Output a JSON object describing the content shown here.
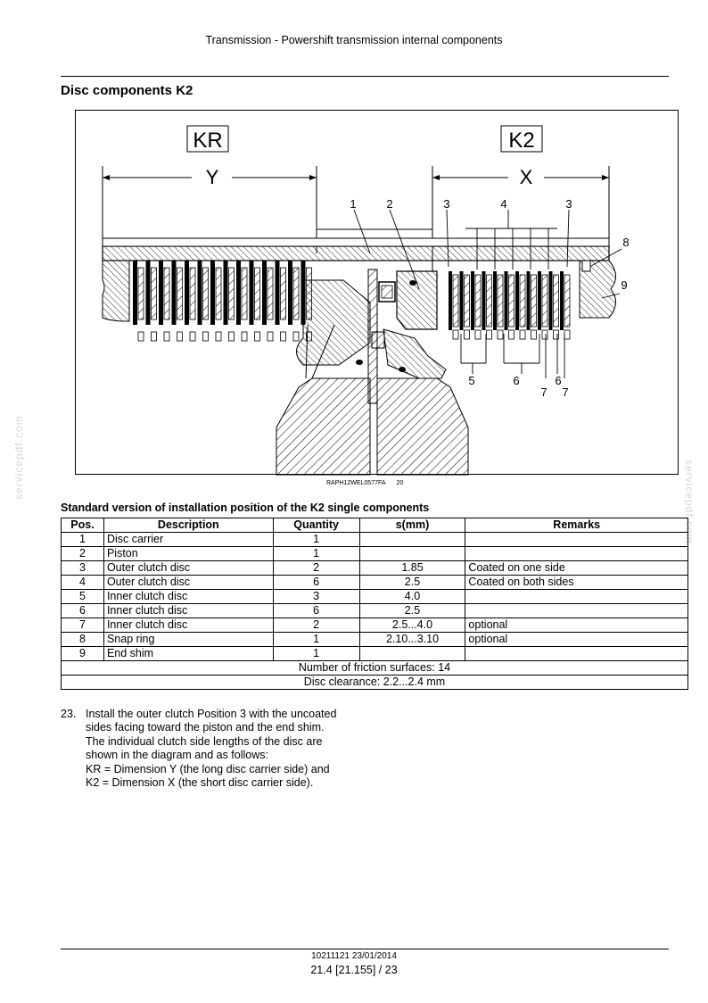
{
  "header": {
    "title": "Transmission - Powershift transmission internal components"
  },
  "section": {
    "title": "Disc components K2"
  },
  "figure": {
    "label_kr": "KR",
    "label_k2": "K2",
    "dim_y": "Y",
    "dim_x": "X",
    "callouts": {
      "c1": "1",
      "c2": "2",
      "c3a": "3",
      "c4": "4",
      "c3b": "3",
      "c8": "8",
      "c9": "9",
      "c5": "5",
      "c6": "6",
      "c7a": "7",
      "c6b": "6",
      "c7b": "7"
    },
    "caption_code": "RAPH12WEL0577FA",
    "caption_number": "20"
  },
  "watermark": {
    "text": "servicepdf.com"
  },
  "table": {
    "title": "Standard version of installation position of the K2 single components",
    "headers": {
      "pos": "Pos.",
      "desc": "Description",
      "qty": "Quantity",
      "s": "s(mm)",
      "remarks": "Remarks"
    },
    "rows": [
      {
        "pos": "1",
        "desc": "Disc carrier",
        "qty": "1",
        "s": "",
        "remarks": ""
      },
      {
        "pos": "2",
        "desc": "Piston",
        "qty": "1",
        "s": "",
        "remarks": ""
      },
      {
        "pos": "3",
        "desc": "Outer clutch disc",
        "qty": "2",
        "s": "1.85",
        "remarks": "Coated on one side"
      },
      {
        "pos": "4",
        "desc": "Outer clutch disc",
        "qty": "6",
        "s": "2.5",
        "remarks": "Coated on both sides"
      },
      {
        "pos": "5",
        "desc": "Inner clutch disc",
        "qty": "3",
        "s": "4.0",
        "remarks": ""
      },
      {
        "pos": "6",
        "desc": "Inner clutch disc",
        "qty": "6",
        "s": "2.5",
        "remarks": ""
      },
      {
        "pos": "7",
        "desc": "Inner clutch disc",
        "qty": "2",
        "s": "2.5...4.0",
        "remarks": "optional"
      },
      {
        "pos": "8",
        "desc": "Snap ring",
        "qty": "1",
        "s": "2.10...3.10",
        "remarks": "optional"
      },
      {
        "pos": "9",
        "desc": "End shim",
        "qty": "1",
        "s": "",
        "remarks": ""
      }
    ],
    "friction": "Number of friction surfaces: 14",
    "clearance": "Disc clearance: 2.2...2.4 mm"
  },
  "steps": {
    "number": "23.",
    "lines": [
      "Install the outer clutch Position 3 with the uncoated",
      "sides facing toward the piston and the end shim.",
      "The individual clutch side lengths of the disc are",
      "shown in the diagram and as follows:",
      "KR = Dimension Y (the long disc carrier side) and",
      "K2 = Dimension X (the short disc carrier side)."
    ]
  },
  "footer": {
    "ref": "10211121 23/01/2014",
    "page": "21.4 [21.155] / 23"
  }
}
